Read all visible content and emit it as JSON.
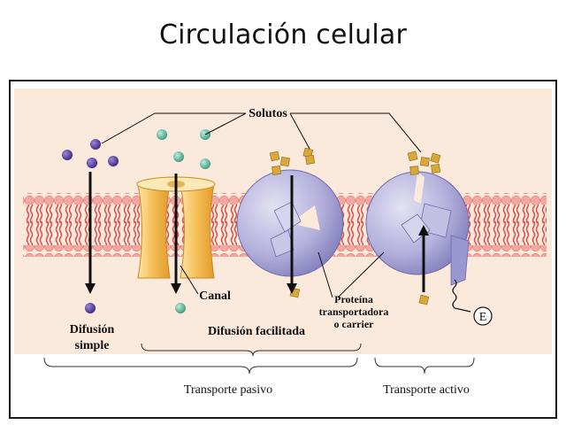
{
  "slide": {
    "title": "Circulación celular"
  },
  "diagram": {
    "solutes_label": "Solutos",
    "canal_label": "Canal",
    "carrier_label_1": "Proteína",
    "carrier_label_2": "transportadora",
    "carrier_label_3": "o carrier",
    "simple_label_1": "Difusión",
    "simple_label_2": "simple",
    "facilitated_label": "Difusión facilitada",
    "energy_label": "E",
    "passive_label": "Transporte pasivo",
    "active_label": "Transporte activo",
    "colors": {
      "panel_border": "#1a1a1a",
      "panel_background": "#fbe9dc",
      "lipid_head": "#f2a19a",
      "lipid_tail": "#d9534f",
      "simple_solute": "#5b3d99",
      "canal_solute": "#5fb89c",
      "carrier_solute": "#d9a83a",
      "channel_protein": "#f3b749",
      "carrier_protein": "#b3b0dc"
    },
    "icons": [
      "down-arrow-icon",
      "up-arrow-icon",
      "energy-icon"
    ]
  }
}
